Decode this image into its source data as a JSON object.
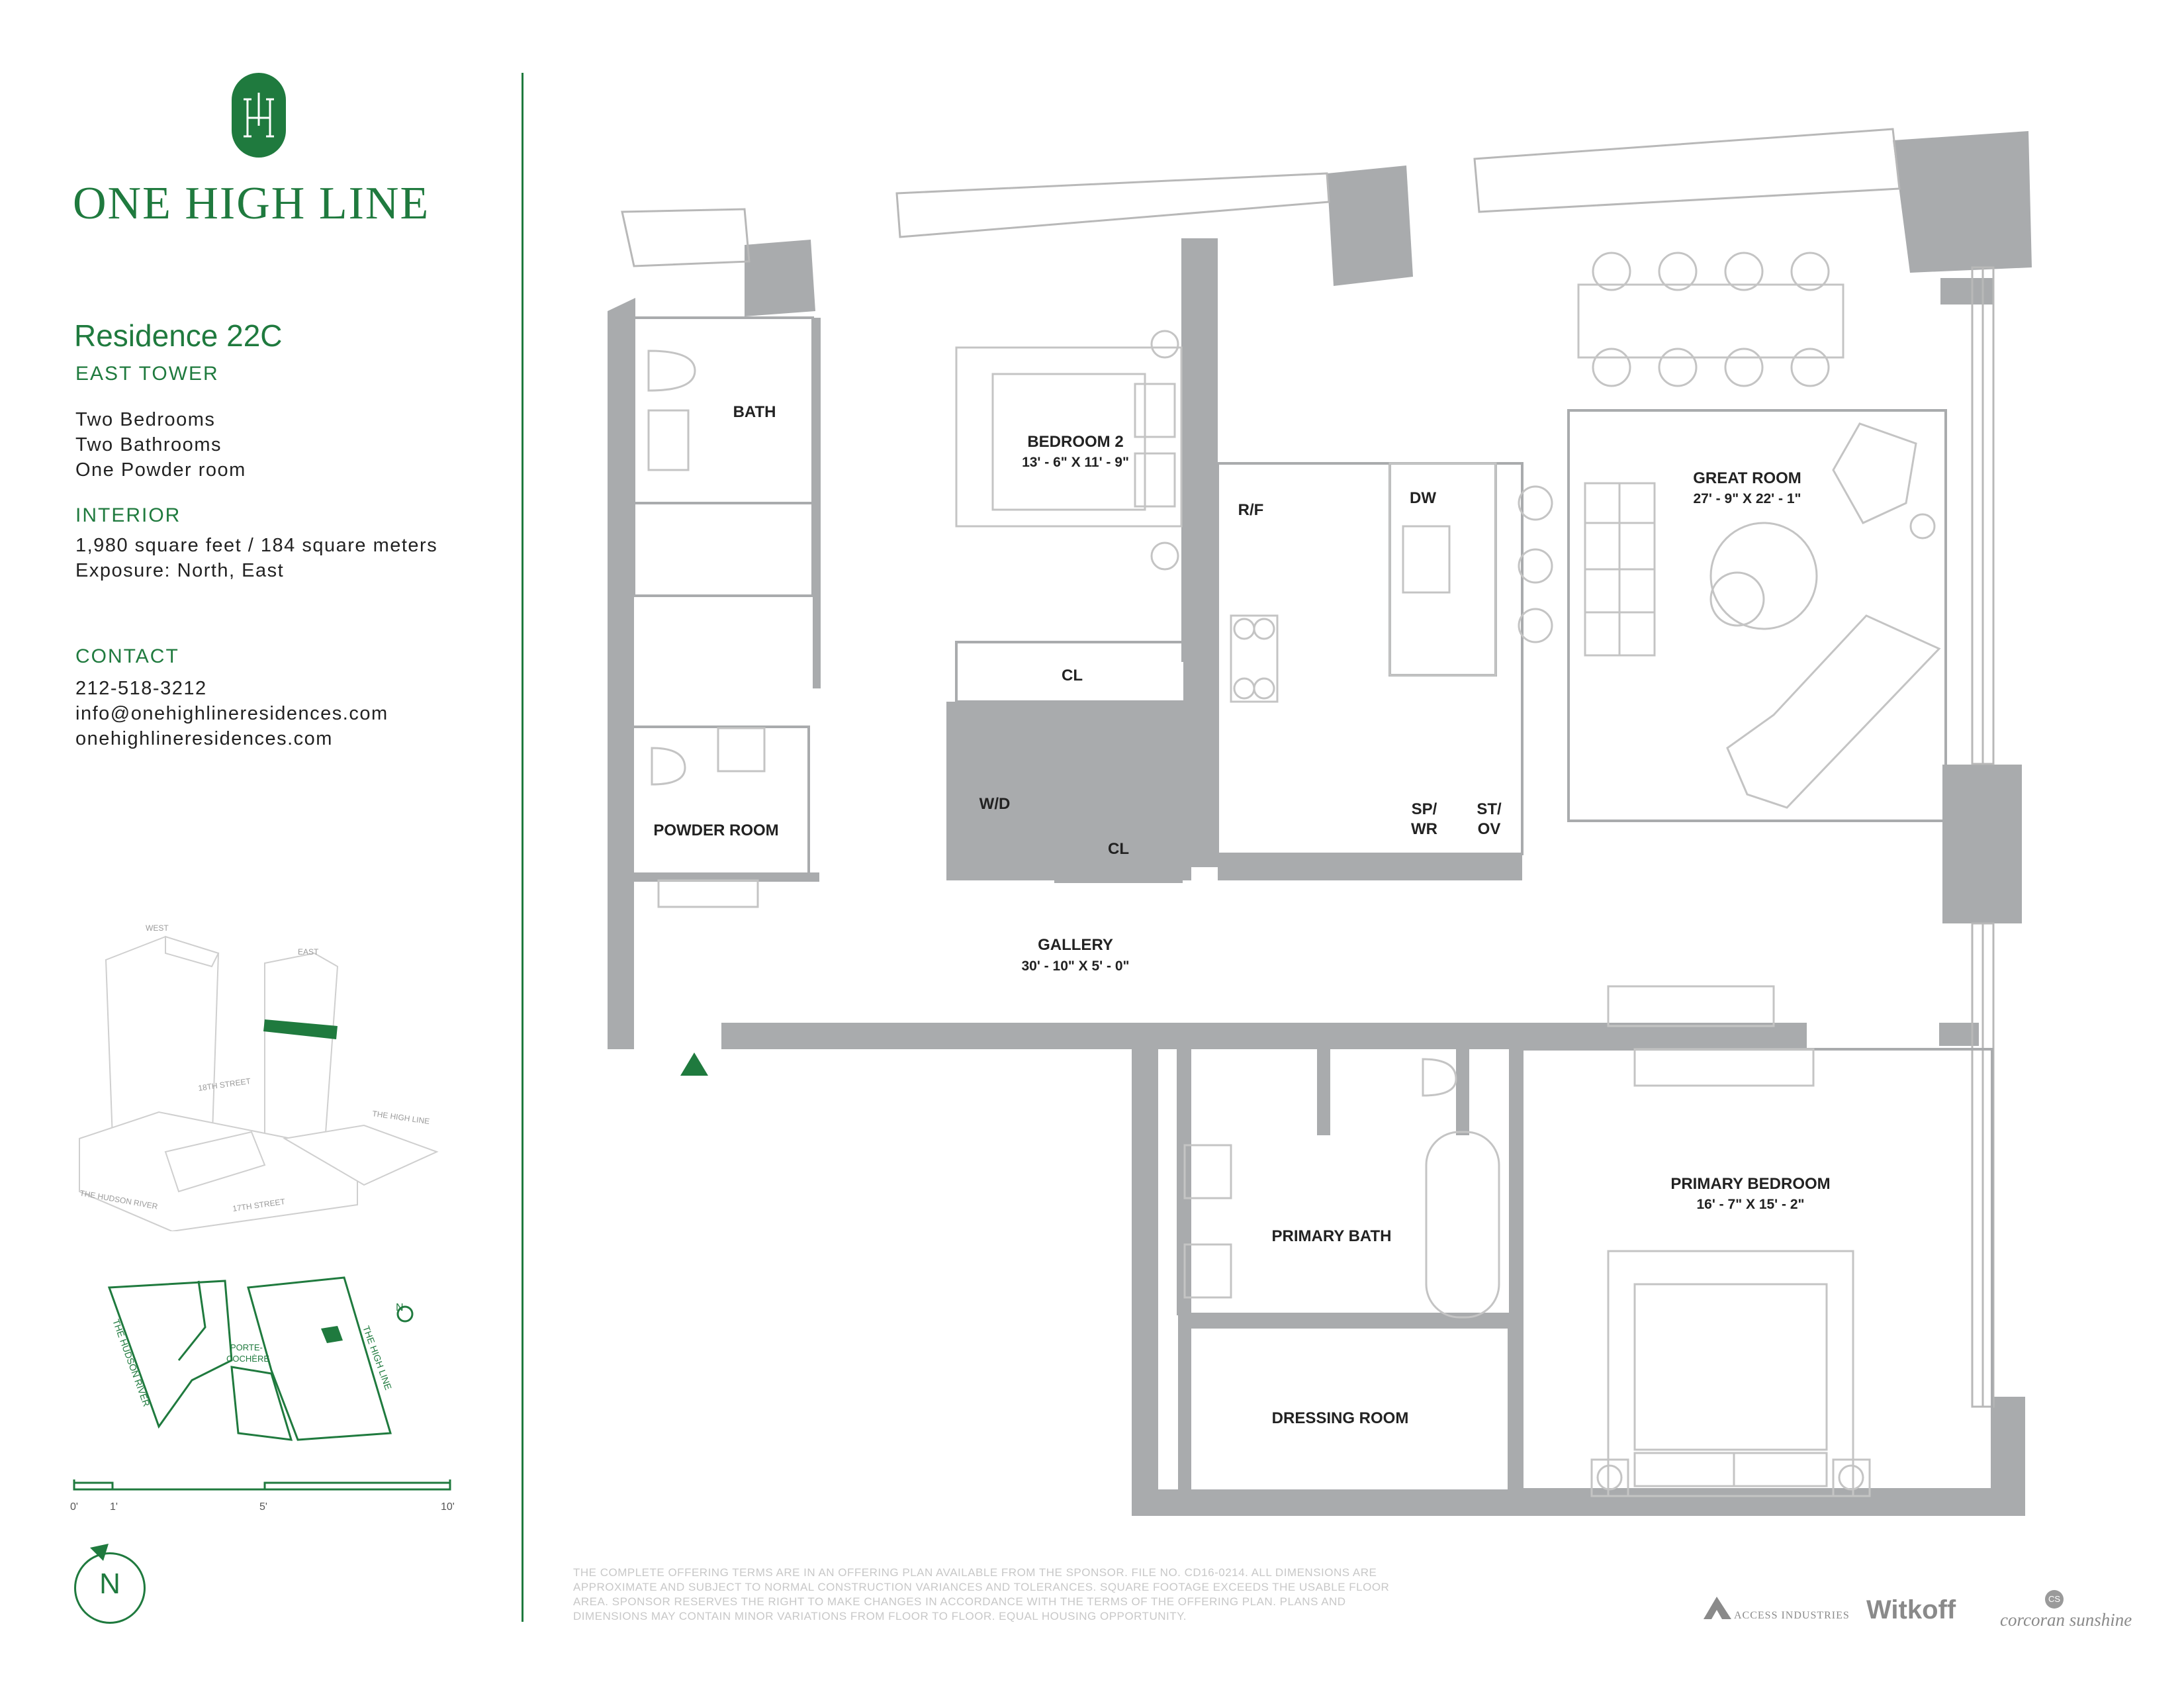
{
  "brand": {
    "name": "ONE HIGH LINE"
  },
  "residence": {
    "title": "Residence 22C",
    "tower": "EAST TOWER",
    "bedrooms": "Two Bedrooms",
    "bathrooms": "Two Bathrooms",
    "powder": "One Powder room",
    "interior_header": "INTERIOR",
    "area": "1,980 square feet / 184 square meters",
    "exposure": "Exposure: North, East"
  },
  "contact": {
    "header": "CONTACT",
    "phone": "212-518-3212",
    "email": "info@onehighlineresidences.com",
    "website": "onehighlineresidences.com"
  },
  "site_axon": {
    "west": "WEST",
    "east": "EAST",
    "street_18": "18TH STREET",
    "high_line": "THE HIGH LINE",
    "hudson": "THE HUDSON RIVER",
    "street_17": "17TH STREET"
  },
  "site_plan": {
    "hudson": "THE HUDSON RIVER",
    "porte_1": "PORTE-",
    "porte_2": "COCHÈRE",
    "high_line": "THE HIGH LINE",
    "compass": "N"
  },
  "scale": {
    "t0": "0'",
    "t1": "1'",
    "t5": "5'",
    "t10": "10'"
  },
  "north": {
    "letter": "N"
  },
  "rooms": {
    "bath": "BATH",
    "bedroom2_name": "BEDROOM 2",
    "bedroom2_dims": "13' - 6\" X 11' - 9\"",
    "rf": "R/F",
    "dw": "DW",
    "great_name": "GREAT ROOM",
    "great_dims": "27' - 9\" X 22' - 1\"",
    "cl1": "CL",
    "wd": "W/D",
    "cl2": "CL",
    "spwr_1": "SP/",
    "spwr_2": "WR",
    "stov_1": "ST/",
    "stov_2": "OV",
    "powder": "POWDER ROOM",
    "gallery_name": "GALLERY",
    "gallery_dims": "30' - 10\" X 5' - 0\"",
    "primary_bath": "PRIMARY BATH",
    "primary_bed_name": "PRIMARY BEDROOM",
    "primary_bed_dims": "16' - 7\" X 15' - 2\"",
    "dressing": "DRESSING ROOM"
  },
  "disclaimer": "The complete offering terms are in an offering plan available from the sponsor. File No. CD16-0214. All dimensions are approximate and subject to normal construction variances and tolerances. Square footage exceeds the usable floor area. Sponsor reserves the right to make changes in accordance with the terms of the offering plan. Plans and dimensions may contain minor variations from floor to floor. Equal housing opportunity.",
  "sponsors": {
    "access": "ACCESS INDUSTRIES",
    "witkoff": "Witkoff",
    "corcoran": "corcoran sunshine",
    "corcoran_mark": "CS"
  },
  "colors": {
    "brand_green": "#1f7a3e",
    "wall_gray": "#a9abad",
    "line_gray": "#b8b8b8"
  }
}
